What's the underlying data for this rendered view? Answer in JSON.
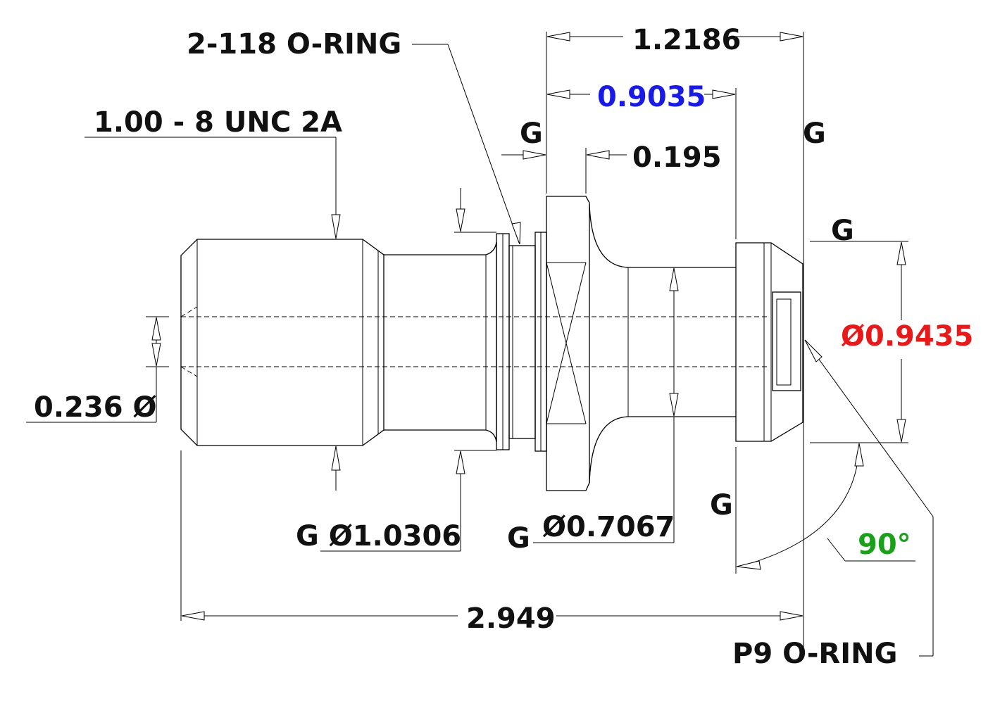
{
  "labels": {
    "o_ring_118": "2-118 O-RING",
    "thread": "1.00 - 8 UNC 2A",
    "bore_dia": "0.236 Ø",
    "dia_10306": "G Ø1.0306",
    "dia_07067": "Ø0.7067",
    "g_07067": "G",
    "overall_length": "2.949",
    "len_12186": "1.2186",
    "len_09035": "0.9035",
    "len_0195": "0.195",
    "g_left_flange": "G",
    "g_right_top": "G",
    "g_head_top": "G",
    "g_head_bottom": "G",
    "dia_09435": "Ø0.9435",
    "angle_90": "90°",
    "o_ring_p9": "P9 O-RING"
  },
  "colors": {
    "line": "#000000",
    "text": "#111111",
    "blue": "#1a1ae6",
    "red": "#e61a1a",
    "green": "#1aa01a"
  }
}
